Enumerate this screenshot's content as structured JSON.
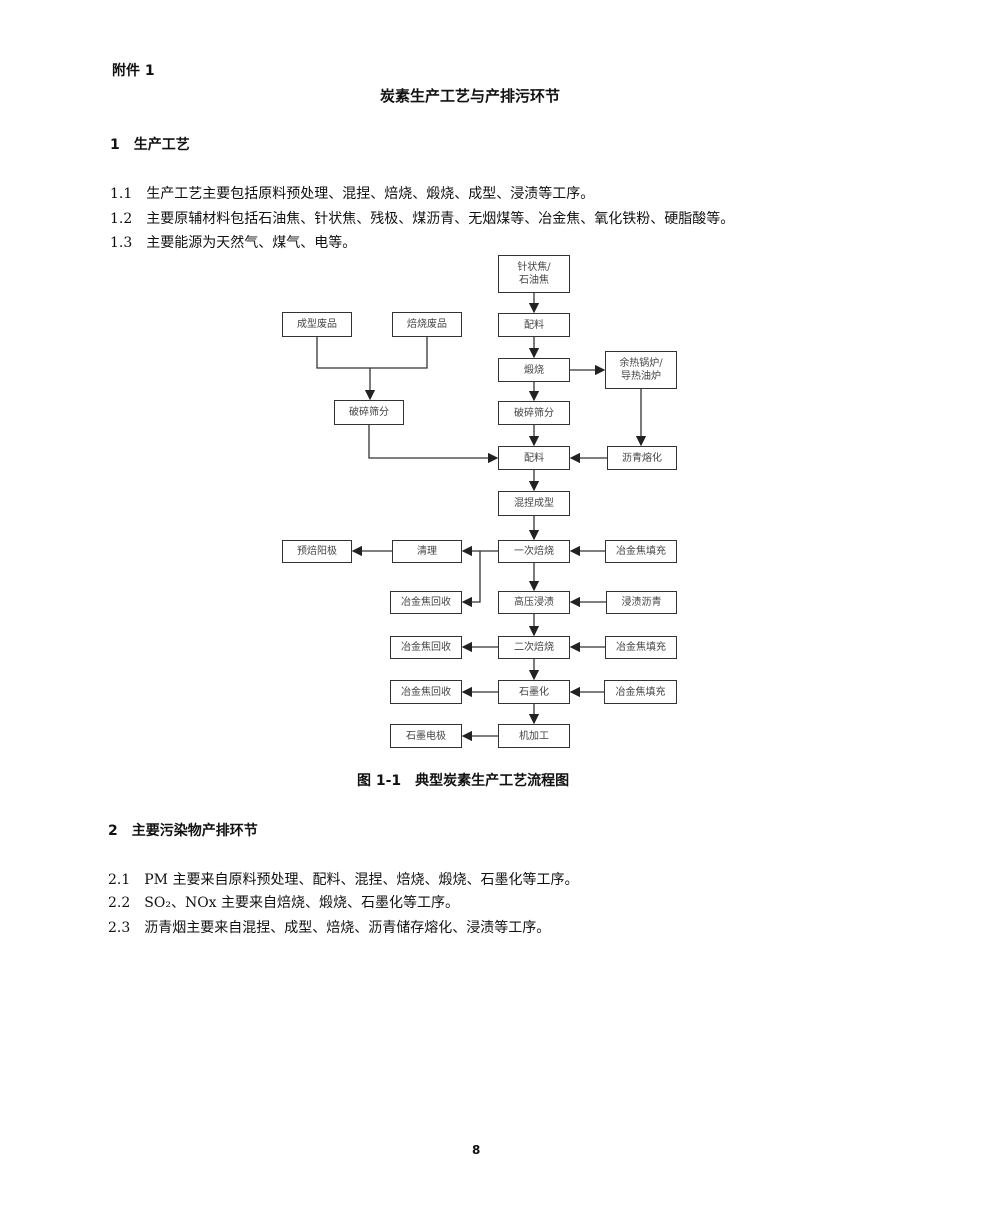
{
  "attachment": "附件 1",
  "title": "炭素生产工艺与产排污环节",
  "section1": {
    "heading": "1　生产工艺",
    "items": [
      "1.1　生产工艺主要包括原料预处理、混捏、焙烧、煅烧、成型、浸渍等工序。",
      "1.2　主要原辅材料包括石油焦、针状焦、残极、煤沥青、无烟煤等、冶金焦、氧化铁粉、硬脂酸等。",
      "1.3　主要能源为天然气、煤气、电等。"
    ]
  },
  "flowchart": {
    "raw": "针状焦/\n石油焦",
    "molding_waste": "成型废品",
    "baking_waste": "焙烧废品",
    "batching1": "配料",
    "calcining": "煅烧",
    "boiler": "余热锅炉/\n导热油炉",
    "crushing_left": "破碎筛分",
    "crushing_center": "破碎筛分",
    "batching2": "配料",
    "pitch_melting": "沥青熔化",
    "kneading": "混捏成型",
    "anode": "预焙阳极",
    "cleaning": "清理",
    "first_baking": "一次焙烧",
    "coke_fill1": "冶金焦填充",
    "coke_recover1": "冶金焦回收",
    "impregnation": "高压浸渍",
    "impreg_pitch": "浸渍沥青",
    "coke_recover2": "冶金焦回收",
    "second_baking": "二次焙烧",
    "coke_fill2": "冶金焦填充",
    "coke_recover3": "冶金焦回收",
    "graphitization": "石墨化",
    "coke_fill3": "冶金焦填充",
    "electrode": "石墨电极",
    "machining": "机加工"
  },
  "caption": "图 1-1　典型炭素生产工艺流程图",
  "section2": {
    "heading": "2　主要污染物产排环节",
    "items": [
      "2.1　PM 主要来自原料预处理、配料、混捏、焙烧、煅烧、石墨化等工序。",
      "2.2　SO₂、NOx 主要来自焙烧、煅烧、石墨化等工序。",
      "2.3　沥青烟主要来自混捏、成型、焙烧、沥青储存熔化、浸渍等工序。"
    ]
  },
  "page_number": "8"
}
